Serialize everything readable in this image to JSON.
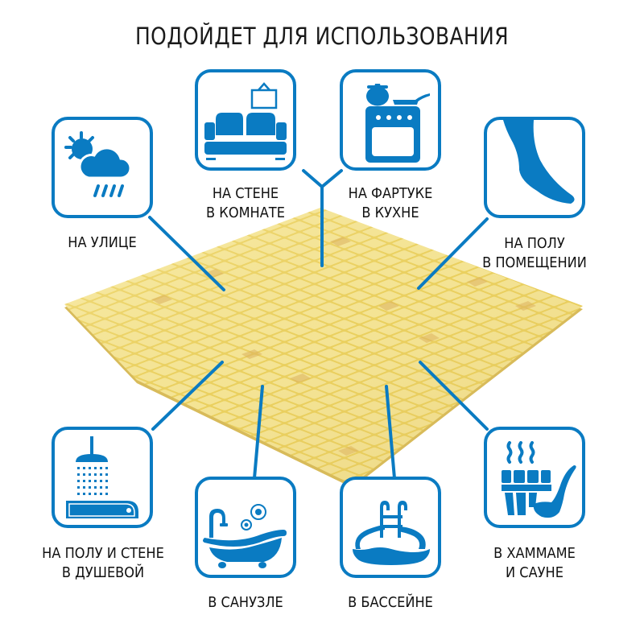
{
  "title": "ПОДОЙДЕТ ДЛЯ ИСПОЛЬЗОВАНИЯ",
  "colors": {
    "accent": "#0a7bc2",
    "text": "#111111",
    "tile_base": "#f2e08a",
    "tile_light": "#f7edae",
    "tile_dark": "#e3c46a",
    "grout": "#e8cf5a"
  },
  "product": {
    "description": "yellow glass mosaic tile sheet"
  },
  "uses": [
    {
      "id": "outdoor",
      "icon": "sun-cloud-rain-icon",
      "line1": "НА УЛИЦЕ",
      "line2": ""
    },
    {
      "id": "room-wall",
      "icon": "sofa-picture-icon",
      "line1": "НА СТЕНЕ",
      "line2": "В КОМНАТЕ"
    },
    {
      "id": "kitchen-backsplash",
      "icon": "stove-icon",
      "line1": "НА ФАРТУКЕ",
      "line2": "В КУХНЕ"
    },
    {
      "id": "indoor-floor",
      "icon": "foot-icon",
      "line1": "НА ПОЛУ",
      "line2": "В ПОМЕЩЕНИИ"
    },
    {
      "id": "shower",
      "icon": "shower-icon",
      "line1": "НА ПОЛУ И СТЕНЕ",
      "line2": "В ДУШЕВОЙ"
    },
    {
      "id": "bathroom",
      "icon": "bathtub-icon",
      "line1": "В САНУЗЛЕ",
      "line2": ""
    },
    {
      "id": "pool",
      "icon": "pool-icon",
      "line1": "В БАССЕЙНЕ",
      "line2": ""
    },
    {
      "id": "sauna",
      "icon": "sauna-bucket-icon",
      "line1": "В ХАММАМЕ",
      "line2": "И САУНЕ"
    }
  ]
}
